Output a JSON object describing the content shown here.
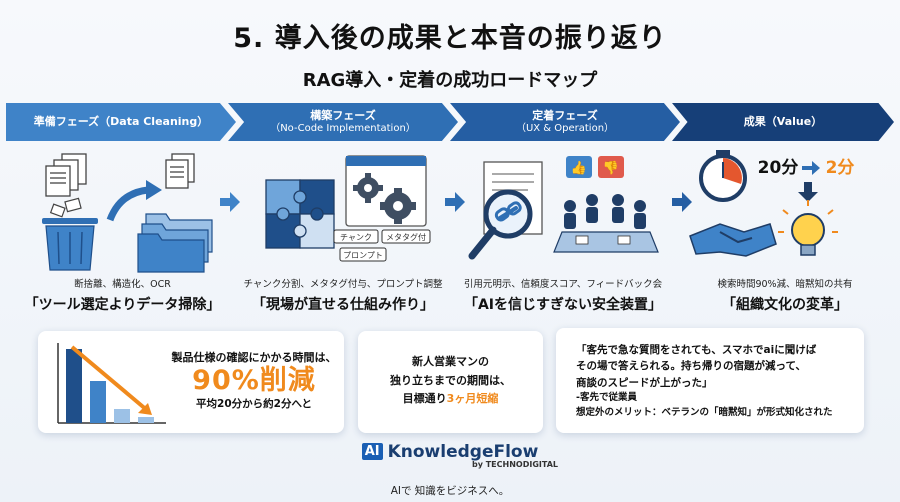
{
  "title": "5. 導入後の成果と本音の振り返り",
  "subtitle": "RAG導入・定着の成功ロードマップ",
  "phases": [
    {
      "label": "準備フェーズ（Data Cleaning）",
      "sub": ""
    },
    {
      "label": "構築フェーズ",
      "sub": "（No-Code Implementation）"
    },
    {
      "label": "定着フェーズ",
      "sub": "（UX & Operation）"
    },
    {
      "label": "成果（Value）",
      "sub": ""
    }
  ],
  "columns": [
    {
      "desc": "断捨離、構造化、OCR",
      "slogan": "「ツール選定よりデータ掃除」"
    },
    {
      "desc": "チャンク分割、メタタグ付与、プロンプト調整",
      "slogan": "「現場が直せる仕組み作り」",
      "tags": [
        "チャンク",
        "メタタグ付",
        "プロンプト"
      ]
    },
    {
      "desc": "引用元明示、信頼度スコア、フィードバック会",
      "slogan": "「AIを信じすぎない安全装置」"
    },
    {
      "desc": "検索時間90%減、暗黙知の共有",
      "slogan": "「組織文化の変革」",
      "time_before": "20分",
      "time_after": "2分"
    }
  ],
  "cards": {
    "card1": {
      "pre": "製品仕様の確認にかかる時間は、",
      "big": "90%削減",
      "post": "平均20分から約2分へと"
    },
    "card2": {
      "line1": "新人営業マンの",
      "line2": "独り立ちまでの期間は、",
      "line3a": "目標通り",
      "line3b": "3ヶ月短縮"
    },
    "card3": {
      "line1": "「客先で急な質問をされても、スマホでaiに聞けば",
      "line2": "その場で答えられる。持ち帰りの宿題が減って、",
      "line3": "商談のスピードが上がった」",
      "line4": "-客先で従業員",
      "line5": "想定外のメリット：ベテランの「暗黙知」が形式知化された"
    }
  },
  "logo": {
    "badge": "AI",
    "name": "KnowledgeFlow",
    "by": "by TECHNODIGITAL"
  },
  "tagline": "AIで 知識をビジネスへ。",
  "colors": {
    "accent_orange": "#f08a1d",
    "phase_blue": "#3f83c8",
    "navy": "#163f78"
  }
}
